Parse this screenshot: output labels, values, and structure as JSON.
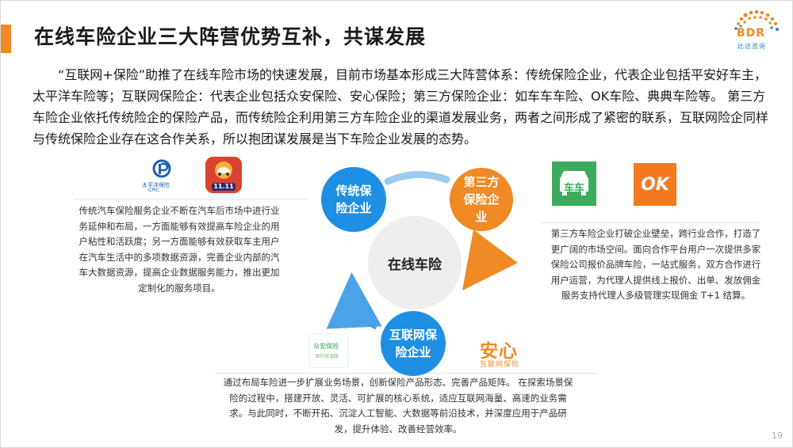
{
  "title": "在线车险企业三大阵营优势互补，共谋发展",
  "logo": {
    "text": "BDR",
    "sub": "比达咨询"
  },
  "intro": "“互联网+保险”助推了在线车险市场的快速发展，目前市场基本形成三大阵营体系：传统保险企业，代表企业包括平安好车主，太平洋车险等；互联网保险企：代表企业包括众安保险、安心保险；第三方保险企业：如车车车险、OK车险、典典车险等。 第三方车险企业依托传统险企的保险产品，而传统险企利用第三方车险企业的渠道发展业务，两者之间形成了紧密的联系，互联网险企同样与传统保险企业存在这合作关系，所以抱团谋发展是当下车险企业发展的态势。",
  "diagram": {
    "center": "在线车险",
    "traditional": {
      "line1": "传统保",
      "line2": "险企业"
    },
    "third_party": {
      "line1": "第三方",
      "line2": "保险企",
      "line3": "业"
    },
    "internet": {
      "line1": "互联网保",
      "line2": "险企业"
    }
  },
  "logos": {
    "cpic": {
      "name": "太平洋保险",
      "en": "CPIC"
    },
    "pingan_badge": "11.11",
    "cheche": "车车",
    "ok": "OK",
    "zhongan": {
      "line1": "众安保险",
      "line2": "保险很温暖"
    },
    "anxin": {
      "main": "安心",
      "sub": "互联网保险"
    }
  },
  "texts": {
    "traditional_desc": "传统汽车保险服务企业不断在汽车后市场中进行业务延伸和布局，一方面能够有效提高车险企业的用户粘性和活跃度；另一方面能够有效获取车主用户在汽车生活中的多项数据资源，完善企业内部的汽车大数据资源，提高企业数据服务能力，推出更加定制化的服务项目。",
    "third_desc": "第三方车险企业打破企业壁垒，跨行业合作，打造了更广阔的市场空间。面向合作平台用户一次提供多家保险公司报价品牌车险，一站式服务，双方合作进行用户运营，为代理人提供线上报价、出单、发放佣金服务支持代理人多级管理实现佣金 T+1 结算。",
    "internet_desc": "通过布局车险进一步扩展业务场景，创新保险产品形态、完善产品矩阵。 在探索场景保险的过程中，搭建开放、灵活、可扩展的核心系统，适应互联网海量、高速的业务需求。与此同时，不断开拓、沉淀人工智能、大数据等前沿技术，并深度应用于产品研发，提升体验、改善经营效率。"
  },
  "page_number": "19",
  "colors": {
    "accent": "#f08a24",
    "blue": "#1e8fe3",
    "green": "#3dab5c"
  }
}
